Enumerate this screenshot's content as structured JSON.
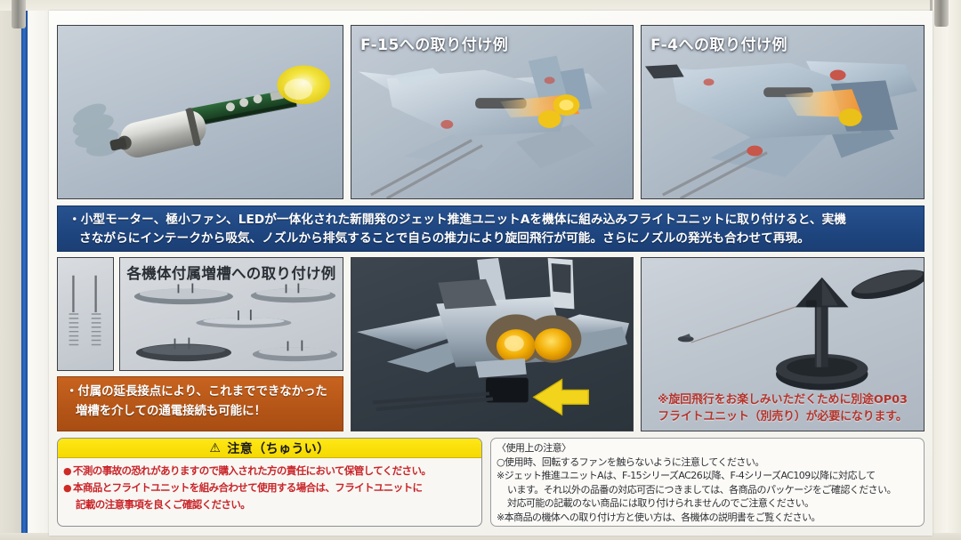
{
  "package": {
    "accent_blue": "#1f4680",
    "accent_orange": "#b75718",
    "caution_yellow": "#f5d900",
    "red_text": "#c9252a"
  },
  "panels": {
    "top_left": {
      "name": "jet-propulsion-unit-photo",
      "caption": ""
    },
    "top_middle": {
      "caption": "F-15への取り付け例"
    },
    "top_right": {
      "caption": "F-4への取り付け例"
    },
    "mid_springs": {
      "name": "extension-contact-springs"
    },
    "mid_tanks": {
      "title": "各機体付属増槽への取り付け例"
    },
    "mid_jet": {
      "name": "f15-jet-nozzle-closeup"
    },
    "mid_stand": {
      "note_line1": "※旋回飛行をお楽しみいただくために別途OP03",
      "note_line2": "フライトユニット（別売り）が必要になります。"
    }
  },
  "blue_banner": {
    "line1": "・小型モーター、極小ファン、LEDが一体化された新開発のジェット推進ユニットAを機体に組み込みフライトユニットに取り付けると、実機",
    "line2": "さながらにインテークから吸気、ノズルから排気することで自らの推力により旋回飛行が可能。さらにノズルの発光も合わせて再現。"
  },
  "orange_banner": {
    "line1": "・付属の延長接点により、これまでできなかった",
    "line2": "増槽を介しての通電接続も可能に！"
  },
  "notice": {
    "heading": "注意（ちゅうい）",
    "warning_icon": "⚠",
    "bullet_glyph": "●",
    "items": [
      {
        "line1": "不測の事故の恐れがありますので購入された方の責任において保管してください。",
        "line2": ""
      },
      {
        "line1": "本商品とフライトユニットを組み合わせて使用する場合は、フライトユニットに",
        "line2": "記載の注意事項を良くご確認ください。"
      }
    ]
  },
  "usage": {
    "title": "〈使用上の注意〉",
    "line1": "○使用時、回転するファンを触らないように注意してください。",
    "line2": "※ジェット推進ユニットAは、F-15シリーズAC26以降、F-4シリーズAC109以降に対応して",
    "line3": "います。それ以外の品番の対応可否につきましては、各商品のパッケージをご確認ください。",
    "line4": "対応可能の記載のない商品には取り付けられませんのでご注意ください。",
    "line5": "※本商品の機体への取り付け方と使い方は、各機体の説明書をご覧ください。"
  }
}
